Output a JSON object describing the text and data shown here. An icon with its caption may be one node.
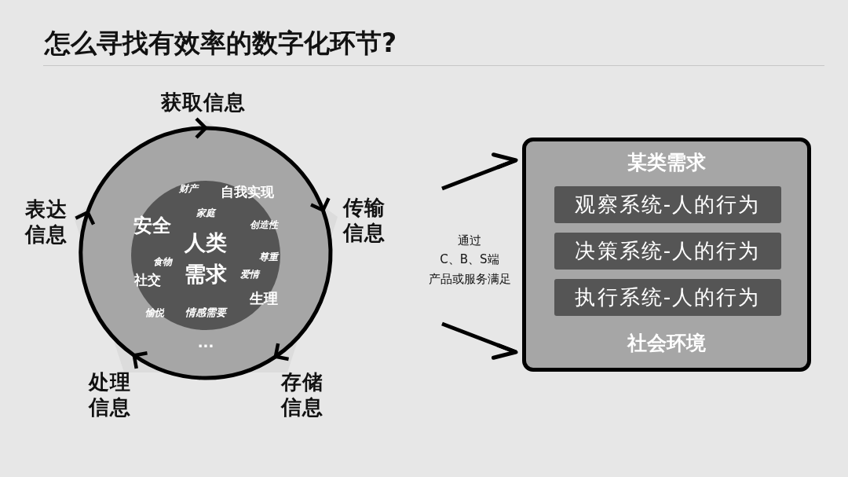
{
  "diagram": {
    "title": "怎么寻找有效率的数字化环节?",
    "nodes": [
      {
        "text": [
          "获取信息"
        ]
      },
      {
        "text": [
          "传输信息"
        ]
      },
      {
        "text": [
          "存储信息"
        ]
      },
      {
        "text": [
          "处理信息"
        ]
      },
      {
        "text": [
          "表达信息"
        ]
      },
      {
        "text": [
          "..."
        ]
      },
      {
        "text": [
          "财产",
          "自我实现",
          "家庭",
          "安全",
          "创造性",
          "食物",
          "人类需求",
          "尊重",
          "社交",
          "爱情",
          "生理",
          "愉悦",
          "情感需要"
        ],
        "in": 5
      },
      {
        "text": [
          "某类需求",
          "社会环境"
        ]
      },
      {
        "text": [
          "观察系统-人的行为"
        ],
        "in": 7
      },
      {
        "text": [
          "决策系统-人的行为"
        ],
        "in": 7
      },
      {
        "text": [
          "执行系统-人的行为"
        ],
        "in": 7
      }
    ],
    "edges": [
      {
        "from": 0,
        "to": 1,
        "arrow": "to"
      },
      {
        "from": 1,
        "to": 2,
        "arrow": "to"
      },
      {
        "from": 2,
        "to": 3,
        "arrow": "to"
      },
      {
        "from": 3,
        "to": 4,
        "arrow": "to"
      },
      {
        "from": 4,
        "to": 0,
        "arrow": "to"
      },
      {
        "from": null,
        "to": 7,
        "arrow": "to"
      },
      {
        "from": null,
        "to": 7,
        "arrow": "to"
      }
    ],
    "labels": [
      "通过",
      "C、B、S端",
      "产品或服务满足"
    ]
  }
}
